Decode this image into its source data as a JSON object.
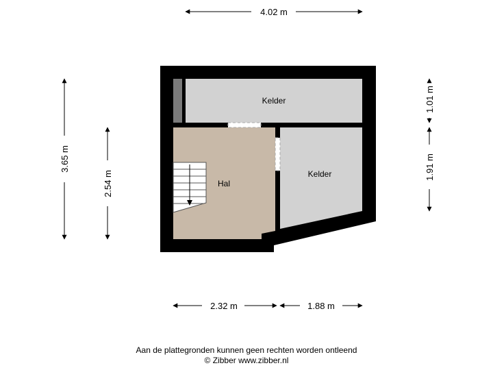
{
  "rooms": {
    "kelder_top": "Kelder",
    "kelder_right": "Kelder",
    "hal": "Hal"
  },
  "dimensions": {
    "top_width": "4.02 m",
    "left_outer": "3.65 m",
    "left_inner": "2.54 m",
    "right_upper": "1.01 m",
    "right_lower": "1.91 m",
    "bottom_left": "2.32 m",
    "bottom_right": "1.88 m"
  },
  "footer": {
    "disclaimer": "Aan de plattegronden kunnen geen rechten worden ontleend",
    "copyright": "© Zibber www.zibber.nl"
  },
  "colors": {
    "wall": "#000000",
    "kelder_fill": "#d2d2d2",
    "hal_fill": "#c8b9a8",
    "storage_strip": "#7a7a7a"
  }
}
